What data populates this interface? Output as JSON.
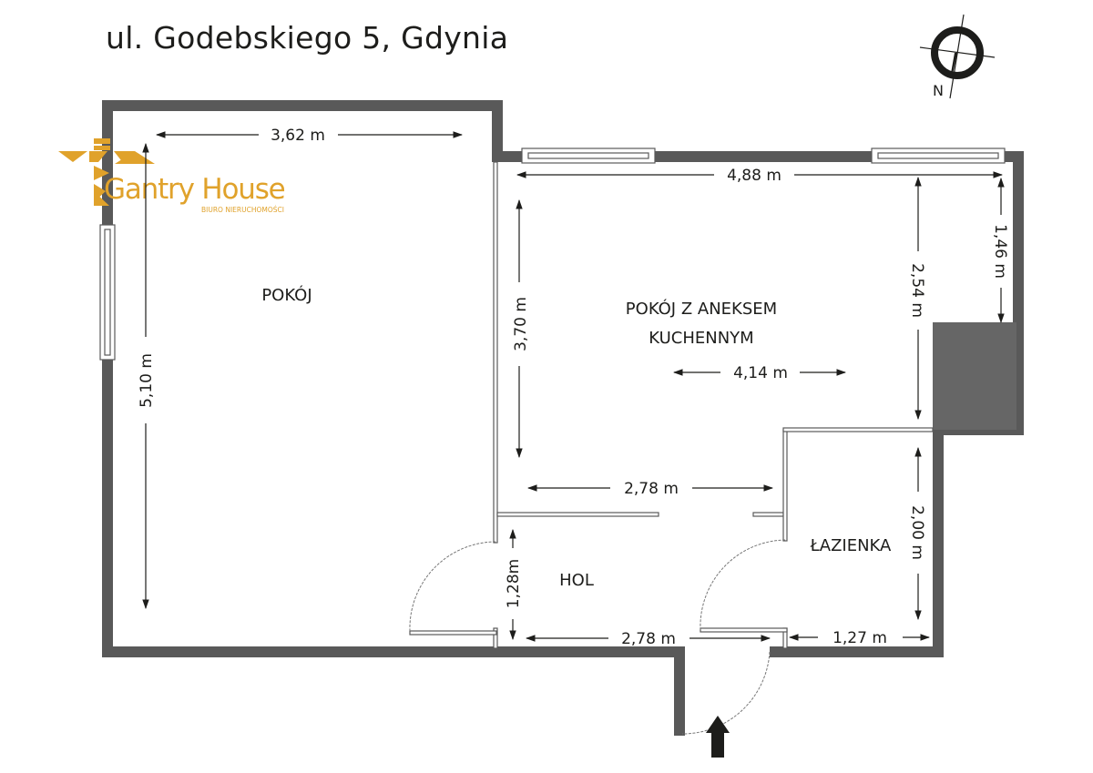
{
  "header": {
    "title": "ul. Godebskiego 5, Gdynia"
  },
  "compass": {
    "label": "N",
    "icon": "north-arrow-icon"
  },
  "logo": {
    "name": "Gantry House",
    "subtitle": "BIURO NIERUCHOMOŚCI",
    "color": "#e0a22b"
  },
  "rooms": {
    "pokoj": {
      "label": "POKÓJ"
    },
    "kitchen": {
      "label_line1": "POKÓJ Z ANEKSEM",
      "label_line2": "KUCHENNYM"
    },
    "hol": {
      "label": "HOL"
    },
    "lazienka": {
      "label": "ŁAZIENKA"
    }
  },
  "dimensions": {
    "pokoj_width": "3,62 m",
    "pokoj_length": "5,10 m",
    "kitchen_width_top": "4,88 m",
    "kitchen_height": "3,70 m",
    "kitchen_width_inner": "4,14 m",
    "kitchen_right_height": "2,54 m",
    "niche_height": "1,46 m",
    "hall_width_top": "2,78 m",
    "hol_height": "1,28m",
    "hol_width": "2,78 m",
    "lazienka_height": "2,00 m",
    "lazienka_width": "1,27 m"
  },
  "colors": {
    "wall": "#595959",
    "column": "#666666",
    "text": "#1d1d1b",
    "logo": "#e0a22b"
  },
  "entrance": {
    "icon": "entrance-arrow-icon"
  }
}
